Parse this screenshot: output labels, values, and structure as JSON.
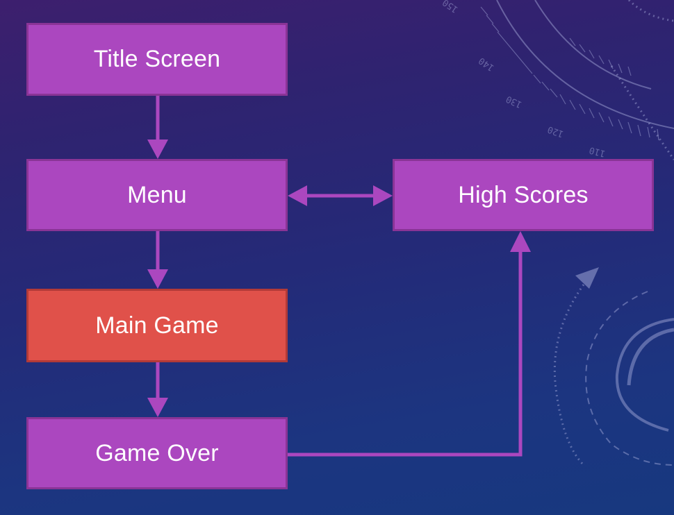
{
  "diagram": {
    "type": "flowchart",
    "colors": {
      "node_fill": "#ab47bf",
      "node_border": "#8a3496",
      "highlight_fill": "#e0514a",
      "highlight_border": "#b23a38",
      "connector": "#ab47bf",
      "text": "#ffffff"
    },
    "nodes": [
      {
        "id": "title_screen",
        "label": "Title Screen",
        "highlighted": false
      },
      {
        "id": "menu",
        "label": "Menu",
        "highlighted": false
      },
      {
        "id": "high_scores",
        "label": "High Scores",
        "highlighted": false
      },
      {
        "id": "main_game",
        "label": "Main Game",
        "highlighted": true
      },
      {
        "id": "game_over",
        "label": "Game Over",
        "highlighted": false
      }
    ],
    "edges": [
      {
        "from": "title_screen",
        "to": "menu",
        "direction": "one-way"
      },
      {
        "from": "menu",
        "to": "high_scores",
        "direction": "two-way"
      },
      {
        "from": "menu",
        "to": "main_game",
        "direction": "one-way"
      },
      {
        "from": "main_game",
        "to": "game_over",
        "direction": "one-way"
      },
      {
        "from": "game_over",
        "to": "high_scores",
        "direction": "one-way",
        "routing": "elbow"
      }
    ]
  },
  "background": {
    "decoration": "dial-gauge",
    "dial_labels": [
      "150",
      "140",
      "130",
      "120",
      "110"
    ]
  }
}
